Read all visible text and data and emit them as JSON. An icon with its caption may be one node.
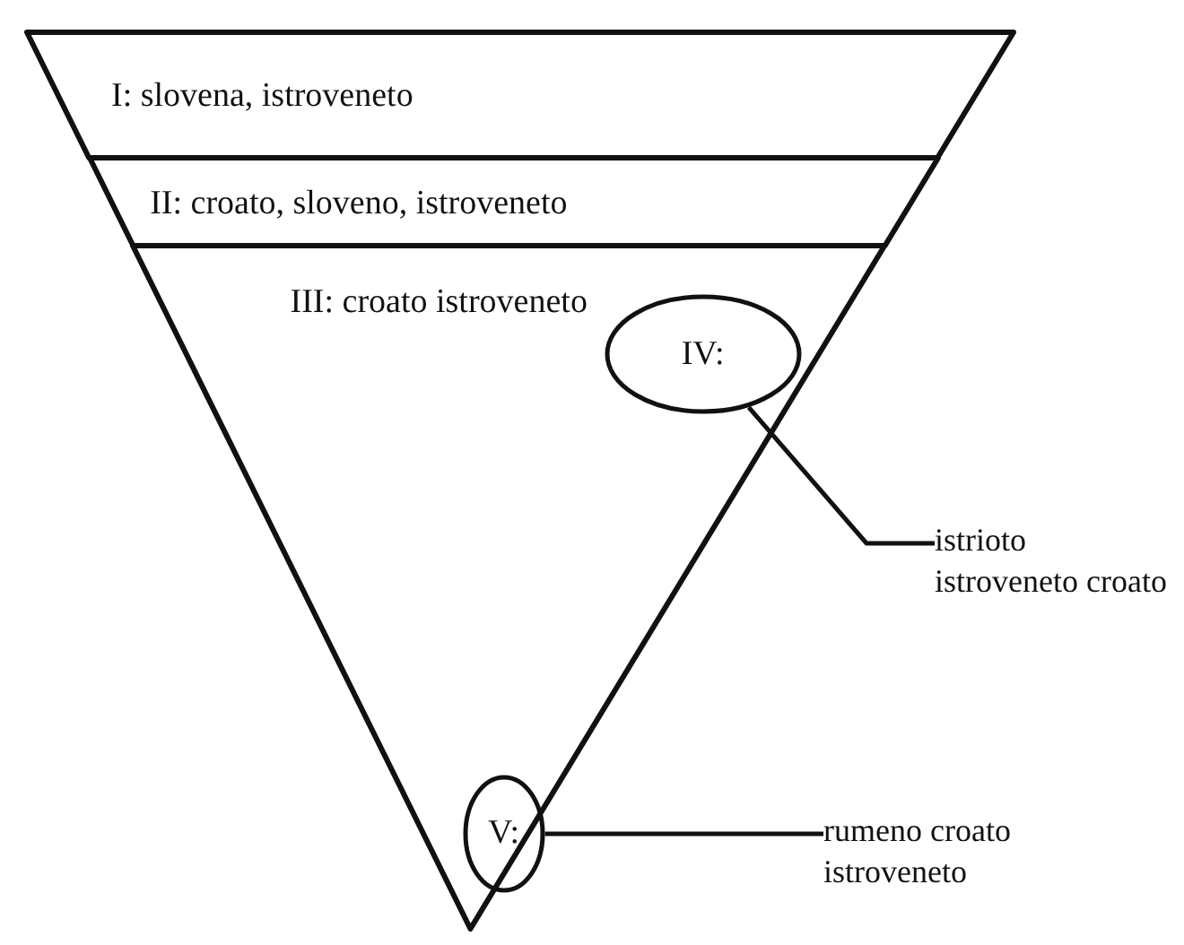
{
  "diagram": {
    "nodes": [
      {
        "text": [
          "I: slovena, istroveneto"
        ]
      },
      {
        "text": [
          "II: croato, sloveno, istroveneto"
        ]
      },
      {
        "text": [
          "III: croato istroveneto"
        ]
      },
      {
        "text": [
          "IV:"
        ],
        "in": 2
      },
      {
        "text": [
          "istrioto istroveneto croato"
        ]
      },
      {
        "text": [
          "V:"
        ],
        "in": 2
      },
      {
        "text": [
          "rumeno croato istroveneto"
        ]
      }
    ],
    "edges": [
      {
        "from": 3,
        "to": 4,
        "arrow": "none"
      },
      {
        "from": 5,
        "to": 6,
        "arrow": "none"
      }
    ]
  }
}
